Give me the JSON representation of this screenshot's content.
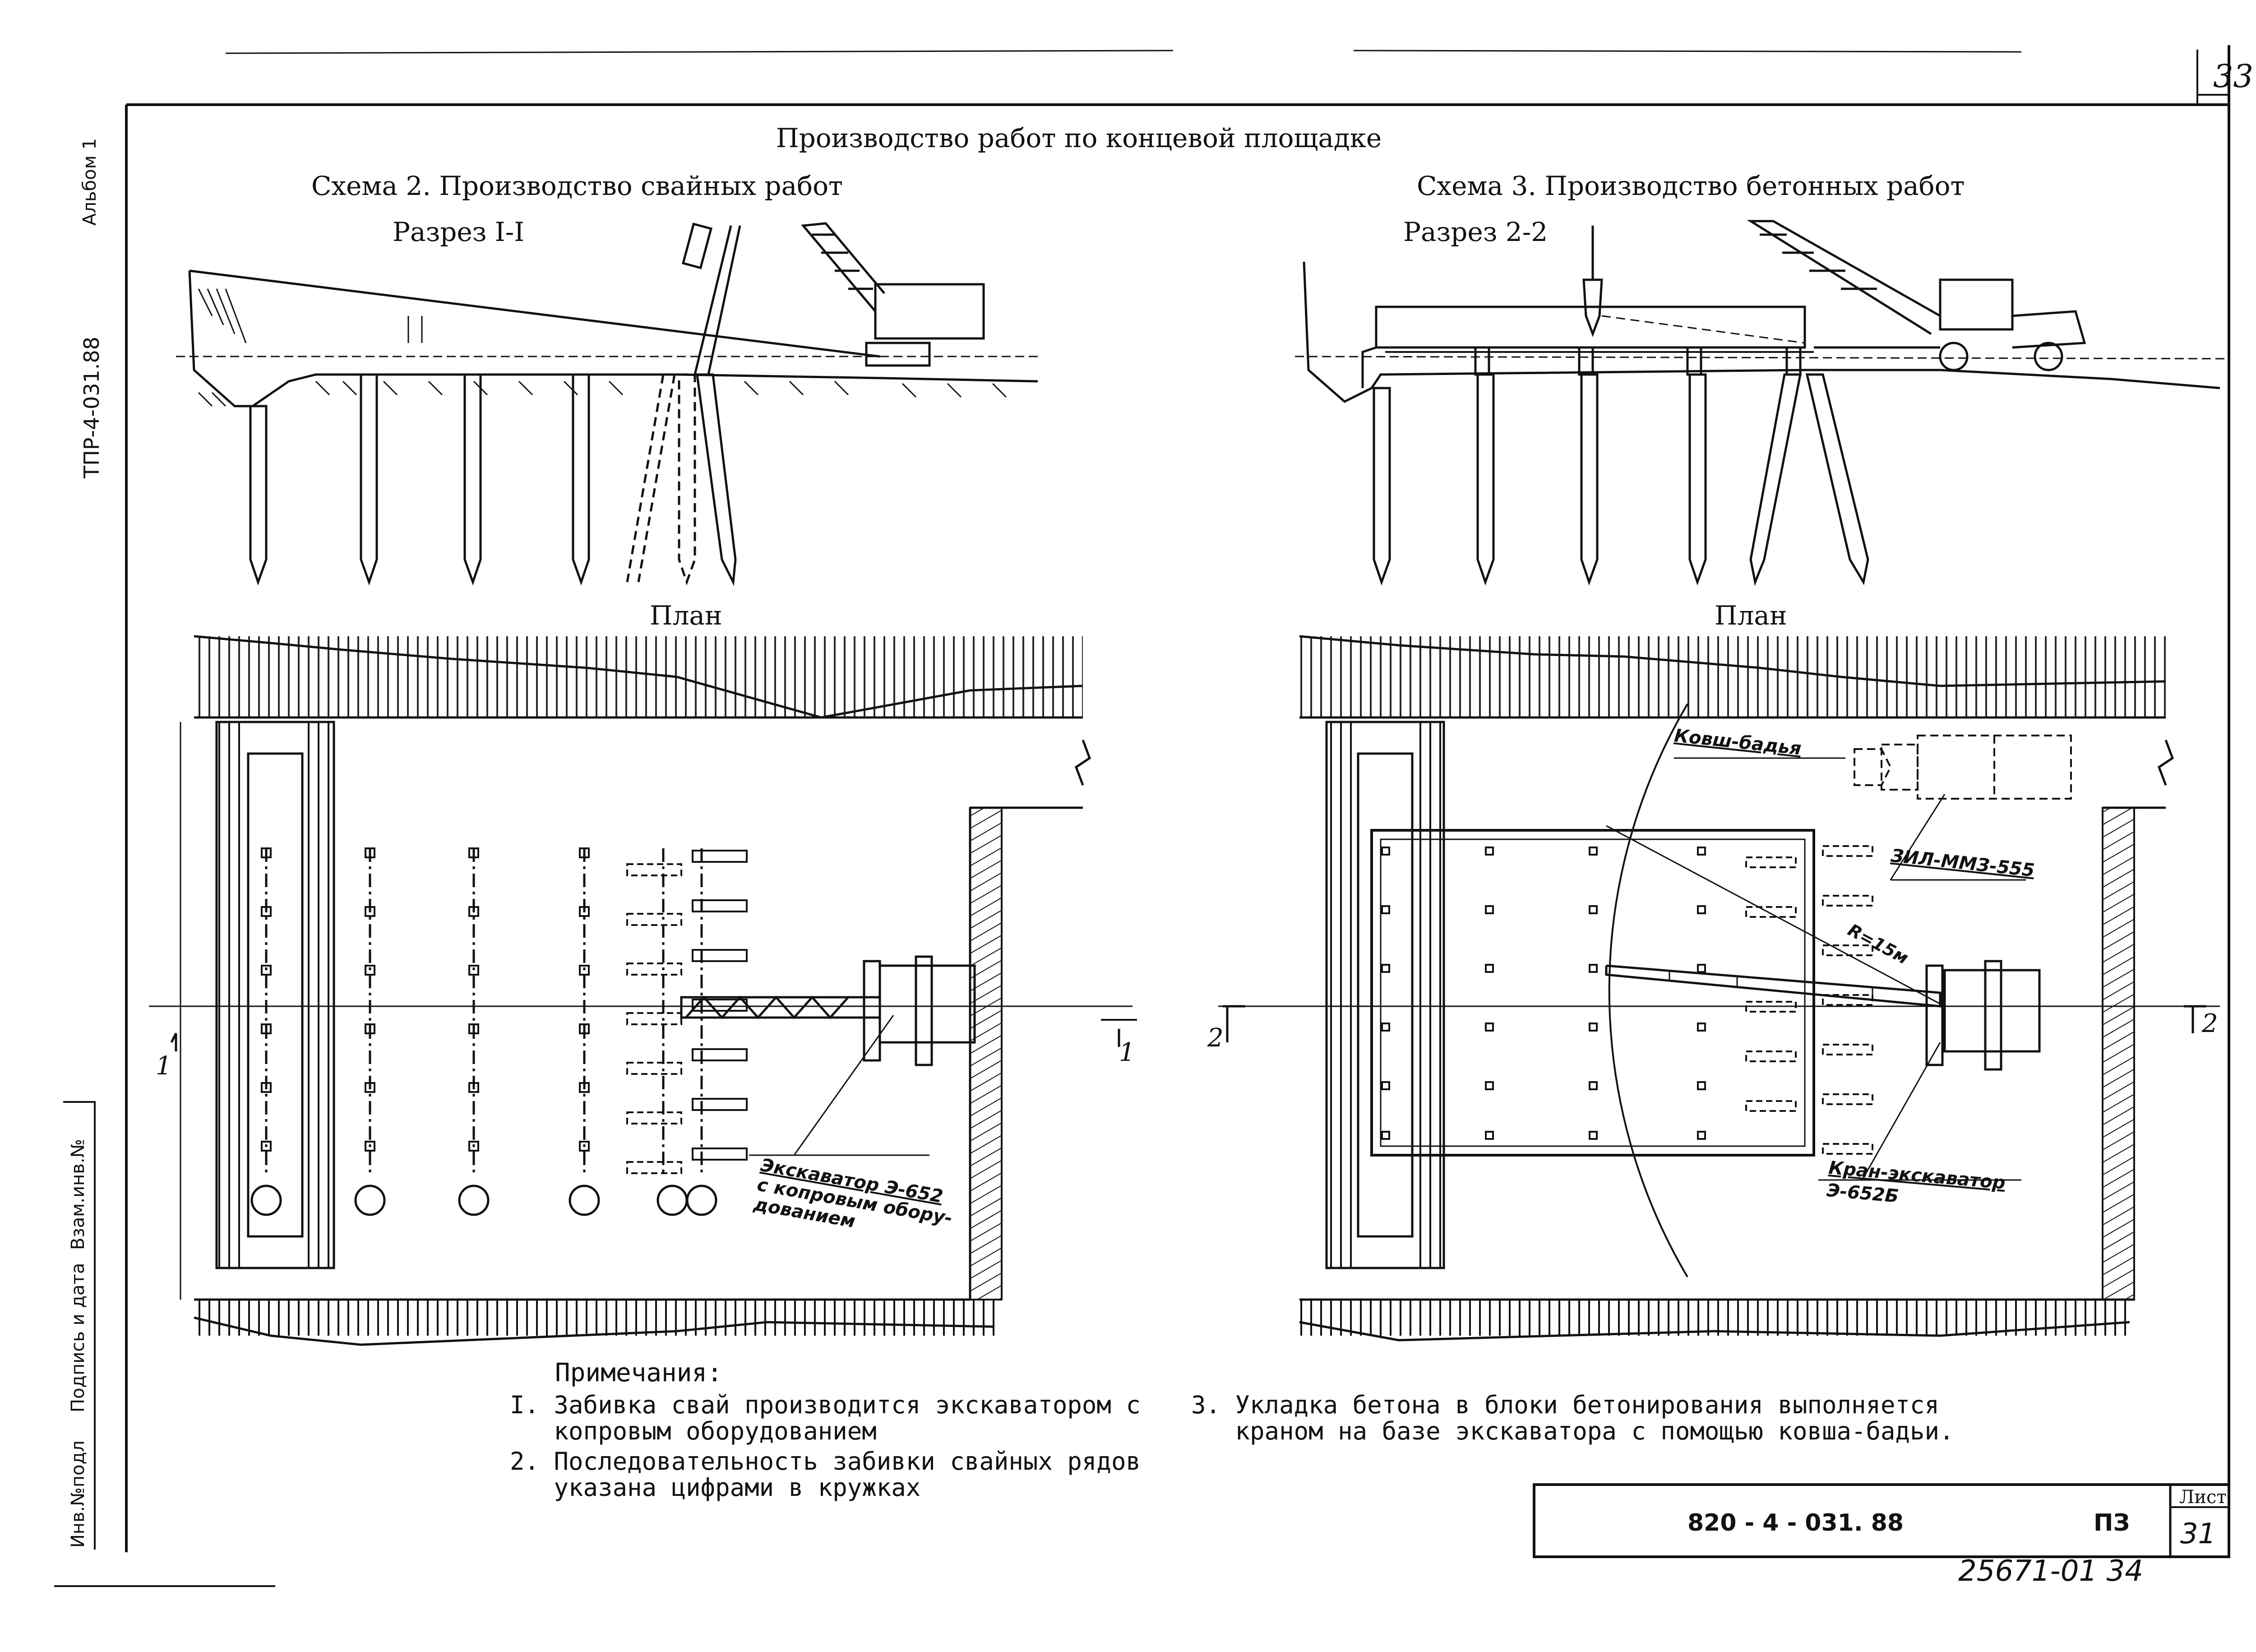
{
  "page_number": "33",
  "margin": {
    "album": "Альбом 1",
    "code": "ТПР-4-031.88",
    "fields": [
      "Инв.№подл",
      "Подпись и дата",
      "Взам.инв.№"
    ]
  },
  "title": "Производство работ по концевой площадке",
  "scheme2": {
    "title": "Схема 2. Производство свайных работ",
    "section": "Разрез I-I",
    "plan": "План",
    "section_mark_left": "1",
    "section_mark_right": "1",
    "excavator_label": [
      "Экскаватор Э-652",
      "с копровым обору-",
      "дованием"
    ]
  },
  "scheme3": {
    "title": "Схема 3. Производство бетонных работ",
    "section": "Разрез 2-2",
    "plan": "План",
    "section_mark_left": "2",
    "section_mark_right": "2",
    "bucket_label": "Ковш-бадья",
    "truck_label": "ЗИЛ-ММЗ-555",
    "radius_label": "R=15м",
    "crane_label": [
      "Кран-экскаватор",
      "Э-652Б"
    ]
  },
  "notes": {
    "heading": "Примечания:",
    "items": [
      "I. Забивка свай производится экскаватором с\n   копровым оборудованием",
      "2. Последовательность забивки свайных рядов\n   указана цифрами в кружках",
      "3. Укладка бетона в блоки бетонирования выполняется\n   краном на базе экскаватора с помощью ковша-бадьи."
    ]
  },
  "stamp": {
    "code": "820 - 4 - 031. 88",
    "section": "ПЗ",
    "sheet_label": "Лист",
    "sheet_number": "31"
  },
  "inventory_number": "25671-01  34"
}
